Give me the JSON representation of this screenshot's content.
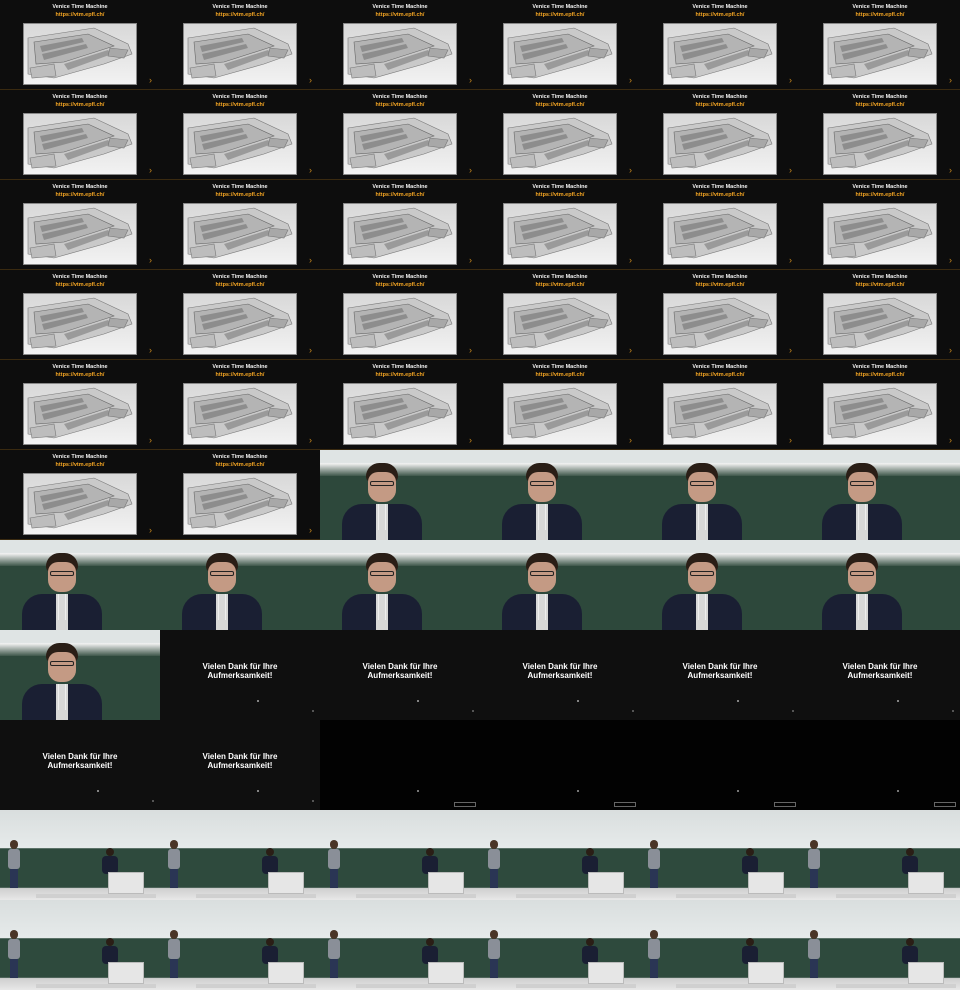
{
  "slide": {
    "title": "Venice Time Machine",
    "url": "https://vtm.epfl.ch/"
  },
  "thanks": {
    "line1": "Vielen Dank für Ihre",
    "line2": "Aufmerksamkeit!"
  },
  "grid": {
    "columns": 6,
    "rows": 11,
    "frames": [
      "slide",
      "slide",
      "slide",
      "slide",
      "slide",
      "slide",
      "slide",
      "slide",
      "slide",
      "slide",
      "slide",
      "slide",
      "slide",
      "slide",
      "slide",
      "slide",
      "slide",
      "slide",
      "slide",
      "slide",
      "slide",
      "slide",
      "slide",
      "slide",
      "slide",
      "slide",
      "slide",
      "slide",
      "slide",
      "slide",
      "slide",
      "slide",
      "closeup",
      "closeup",
      "closeup",
      "closeup",
      "closeup",
      "closeup",
      "closeup",
      "closeup",
      "closeup",
      "closeup",
      "closeup",
      "thanks",
      "thanks",
      "thanks",
      "thanks",
      "thanks",
      "thanks",
      "thanks",
      "black",
      "black",
      "black",
      "black",
      "wide",
      "wide",
      "wide",
      "wide",
      "wide",
      "wide",
      "wide",
      "wide",
      "wide",
      "wide",
      "wide",
      "wide"
    ]
  }
}
